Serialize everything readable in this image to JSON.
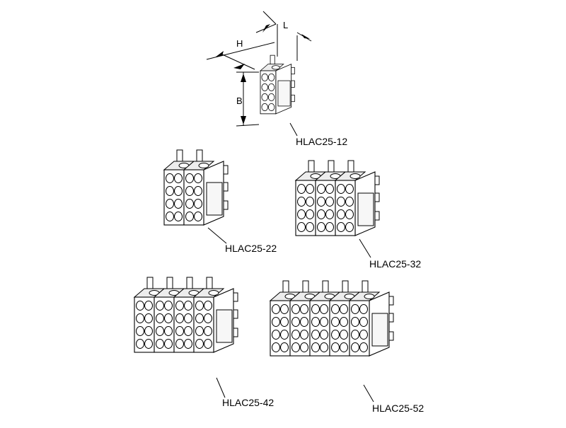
{
  "diagram": {
    "dimension_labels": {
      "length": "L",
      "height": "H",
      "width": "B"
    },
    "parts": [
      {
        "label": "HLAC25-12",
        "modules": 1
      },
      {
        "label": "HLAC25-22",
        "modules": 2
      },
      {
        "label": "HLAC25-32",
        "modules": 3
      },
      {
        "label": "HLAC25-42",
        "modules": 4
      },
      {
        "label": "HLAC25-52",
        "modules": 5
      }
    ]
  }
}
